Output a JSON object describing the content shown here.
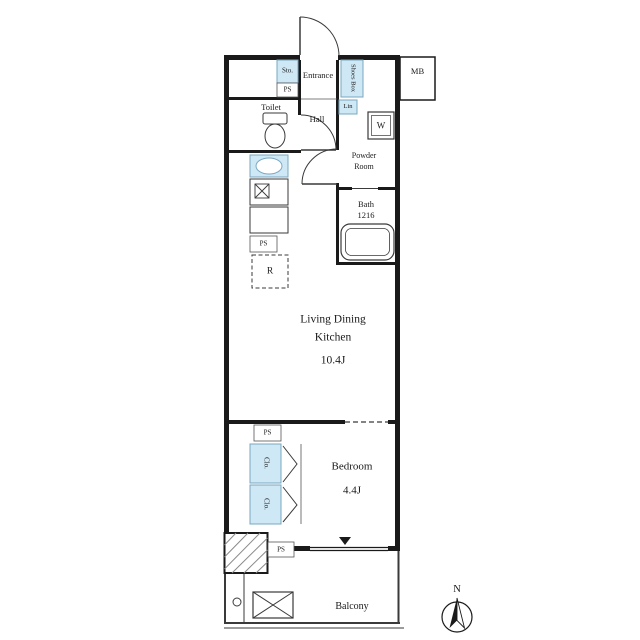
{
  "colors": {
    "wall": "#1a1a1a",
    "line": "#3a3a3a",
    "fixture_fill": "#cfe8f5",
    "fixture_stroke": "#7aa7c0",
    "text": "#1a1a1a"
  },
  "plan": {
    "meter_box_label": "MB",
    "entrance": {
      "label": "Entrance",
      "storage_label": "Sto.",
      "ps_label": "PS",
      "shoes_box_label": "Shoes Box"
    },
    "toilet_label": "Toilet",
    "hall_label": "Hall",
    "powder_room": {
      "line1": "Powder",
      "line2": "Room",
      "linen_label": "Lin",
      "washer_label": "W"
    },
    "bath": {
      "name": "Bath",
      "size": "1216"
    },
    "kitchen": {
      "ps_label": "PS",
      "refrigerator_label": "R"
    },
    "ldk": {
      "line1": "Living Dining",
      "line2": "Kitchen",
      "size": "10.4J",
      "ps_label": "PS"
    },
    "bedroom": {
      "name": "Bedroom",
      "size": "4.4J",
      "closet1_label": "Clo.",
      "closet2_label": "Clo.",
      "ps_label": "PS"
    },
    "balcony": {
      "label": "Balcony"
    },
    "compass": {
      "north_label": "N"
    }
  }
}
